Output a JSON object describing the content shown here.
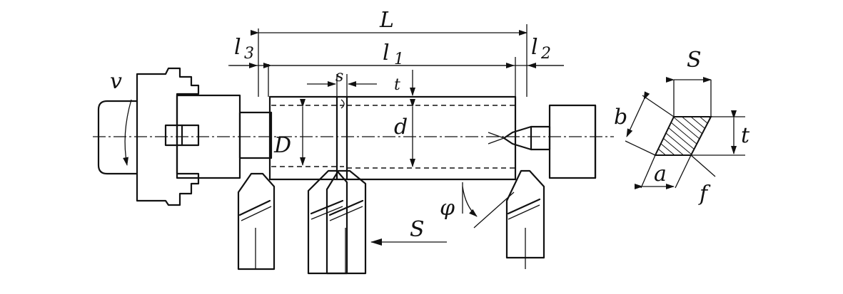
{
  "labels": {
    "L": "L",
    "l1": "l",
    "l1_sub": "1",
    "l2": "l",
    "l2_sub": "2",
    "l3": "l",
    "l3_sub": "3",
    "s_top": "s",
    "s_feed": "S",
    "s_section": "S",
    "v": "v",
    "D": "D",
    "d": "d",
    "t_top": "t",
    "phi": "φ",
    "b": "b",
    "t_section": "t",
    "a": "a",
    "f": "f"
  }
}
